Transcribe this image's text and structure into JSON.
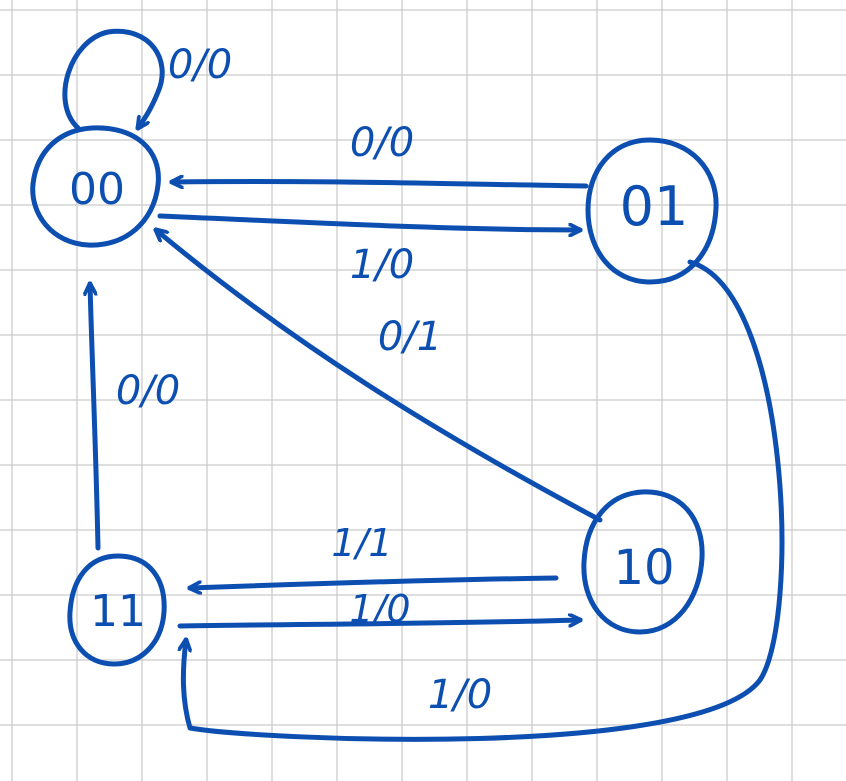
{
  "colors": {
    "ink": "#0d4fb0",
    "grid": "#c9c9c9",
    "paper": "#ffffff"
  },
  "states": {
    "s00": "00",
    "s01": "01",
    "s10": "10",
    "s11": "11"
  },
  "transitions": {
    "self_00": "0/0",
    "t01_to_00": "0/0",
    "t00_to_01": "1/0",
    "t10_to_00": "0/1",
    "t11_to_00": "0/0",
    "t10_to_11": "1/1",
    "t11_to_10": "1/0",
    "t01_to_11": "1/0"
  }
}
